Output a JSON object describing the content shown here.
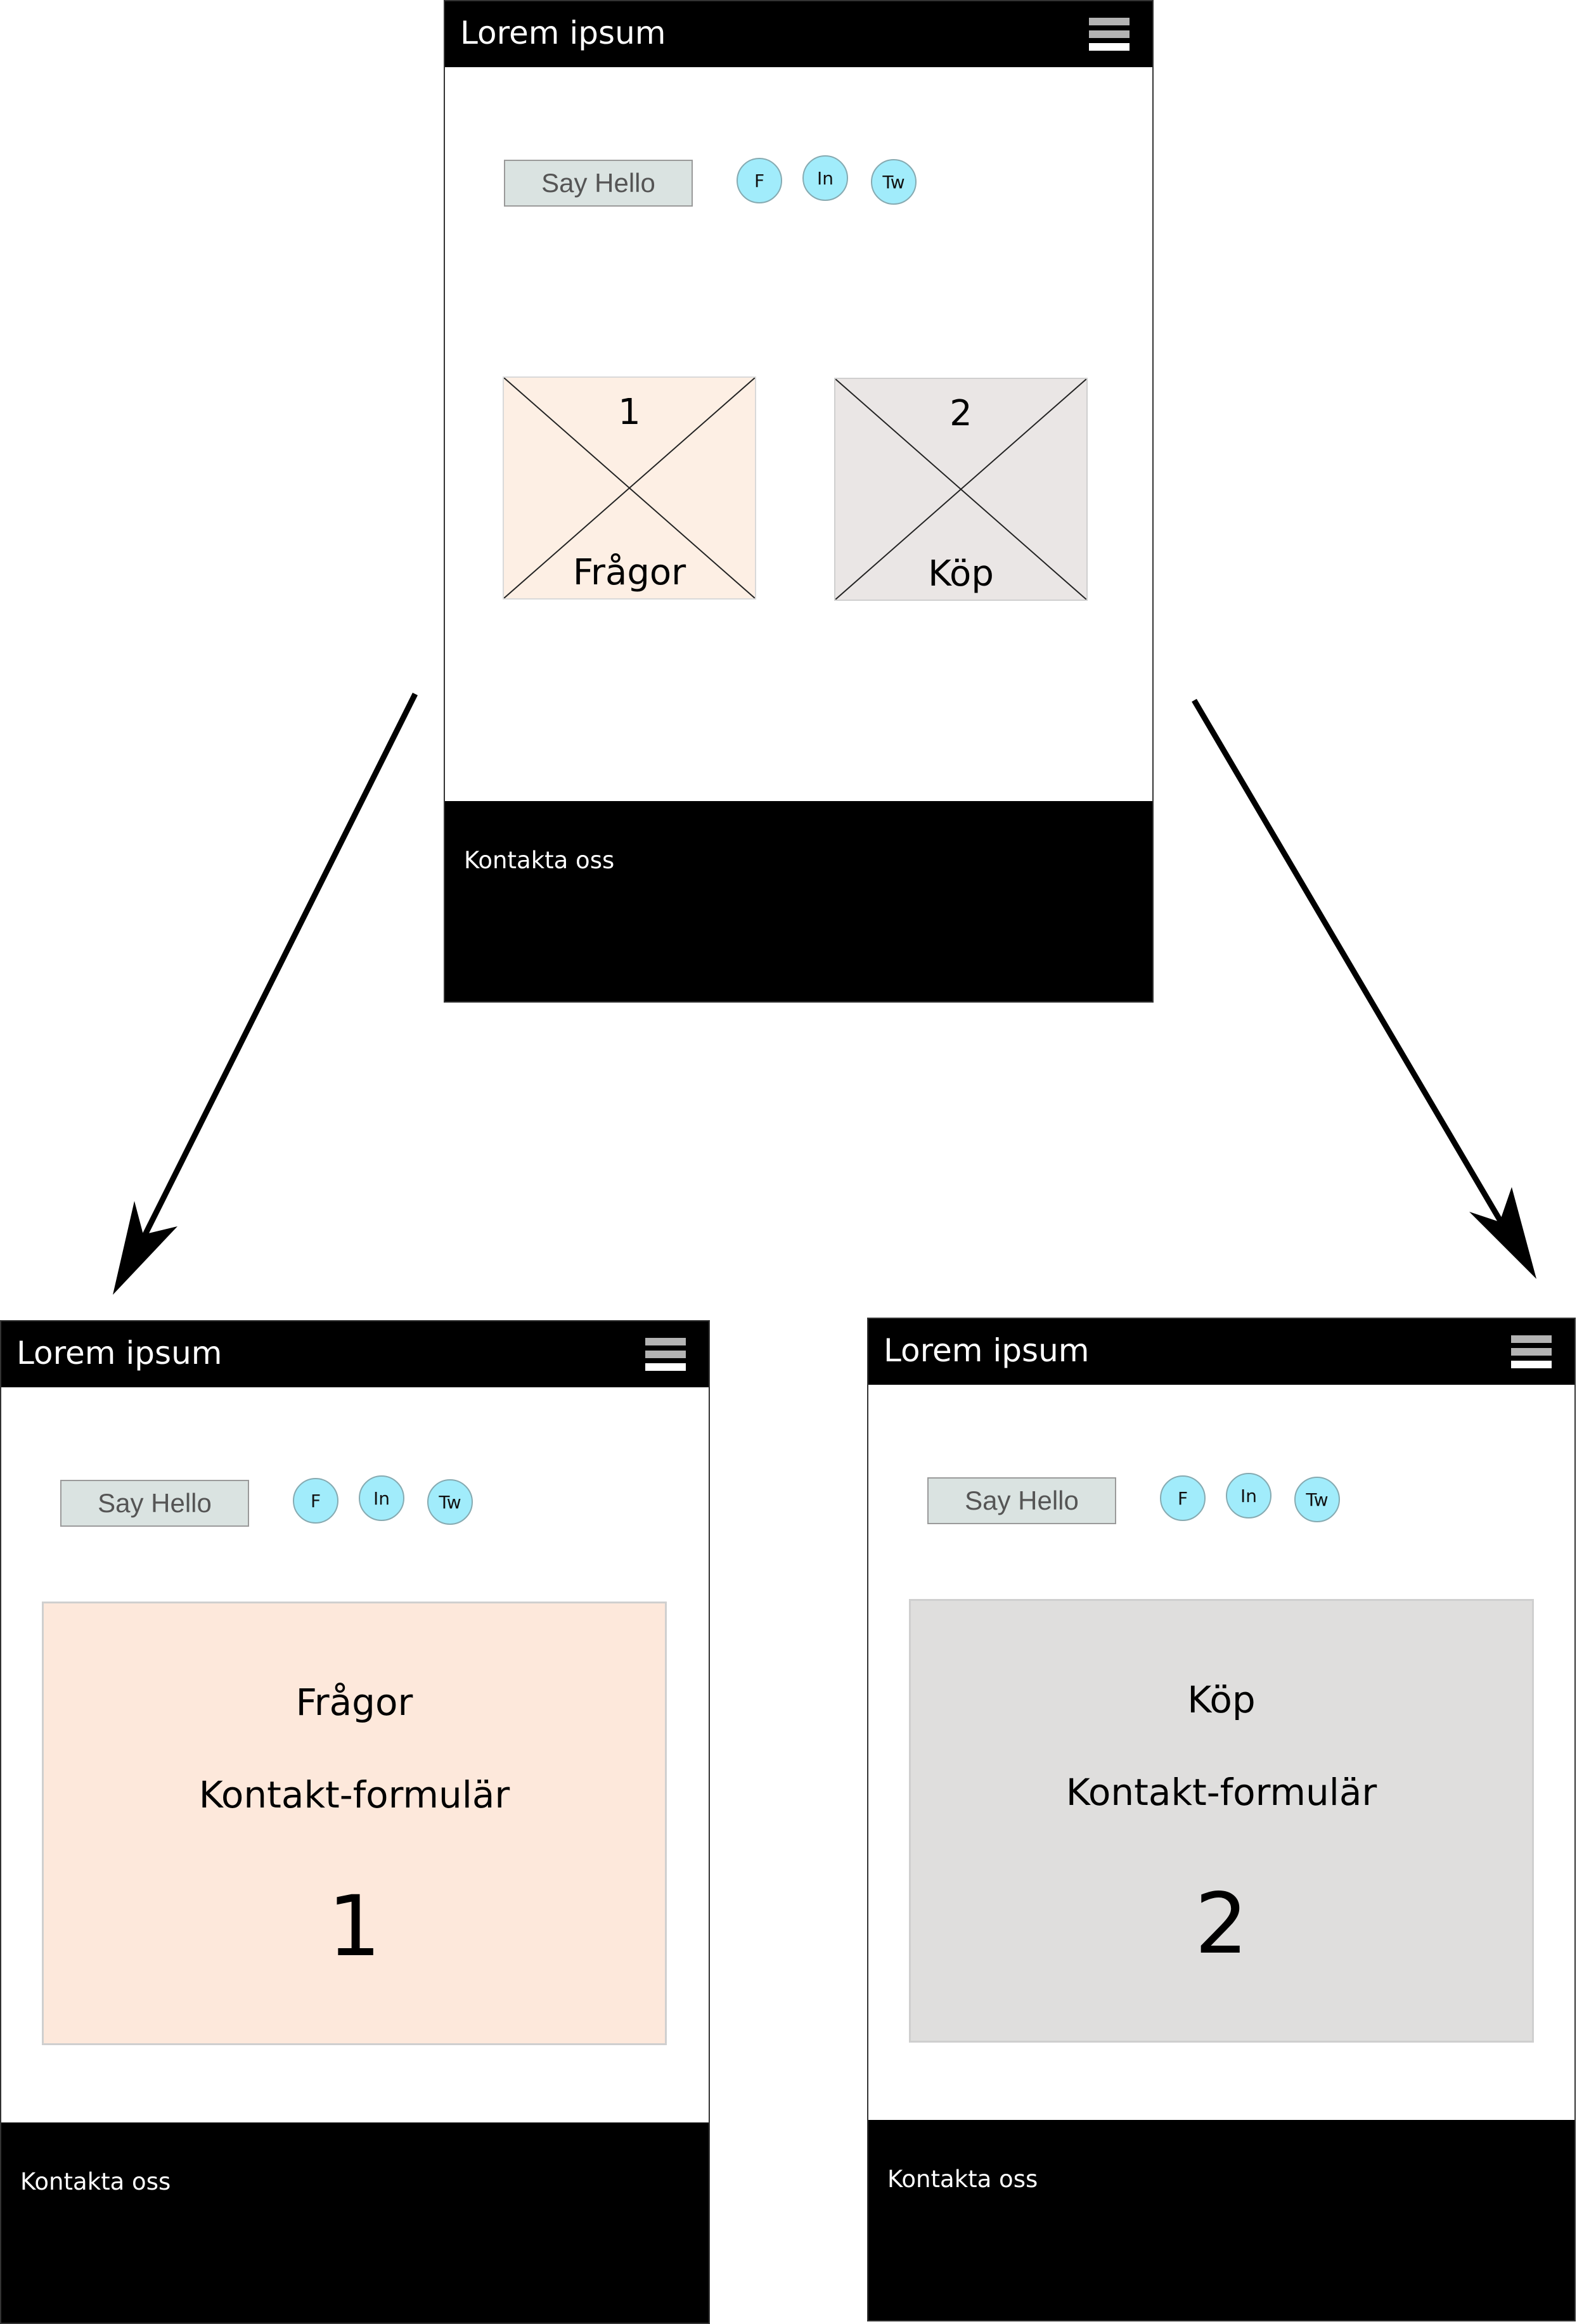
{
  "screens": {
    "home": {
      "header_title": "Lorem ipsum",
      "say_hello_label": "Say Hello",
      "social": [
        "F",
        "In",
        "Tw"
      ],
      "tiles": [
        {
          "number": "1",
          "label": "Frågor",
          "color": "#fdefe4"
        },
        {
          "number": "2",
          "label": "Köp",
          "color": "#eae6e5"
        }
      ],
      "footer_text": "Kontakta oss"
    },
    "fragor": {
      "header_title": "Lorem ipsum",
      "say_hello_label": "Say Hello",
      "social": [
        "F",
        "In",
        "Tw"
      ],
      "panel": {
        "title": "Frågor",
        "subtitle": "Kontakt-formulär",
        "number": "1",
        "color": "#fde8db"
      },
      "footer_text": "Kontakta oss"
    },
    "kop": {
      "header_title": "Lorem ipsum",
      "say_hello_label": "Say Hello",
      "social": [
        "F",
        "In",
        "Tw"
      ],
      "panel": {
        "title": "Köp",
        "subtitle": "Kontakt-formulär",
        "number": "2",
        "color": "#dfdedd"
      },
      "footer_text": "Kontakta oss"
    }
  },
  "icons": {
    "menu": "hamburger-menu-icon",
    "arrow": "arrow-down-icon"
  },
  "colors": {
    "header": "#000000",
    "social_button": "#a1ecfb",
    "say_hello_button": "#dae3e1"
  }
}
